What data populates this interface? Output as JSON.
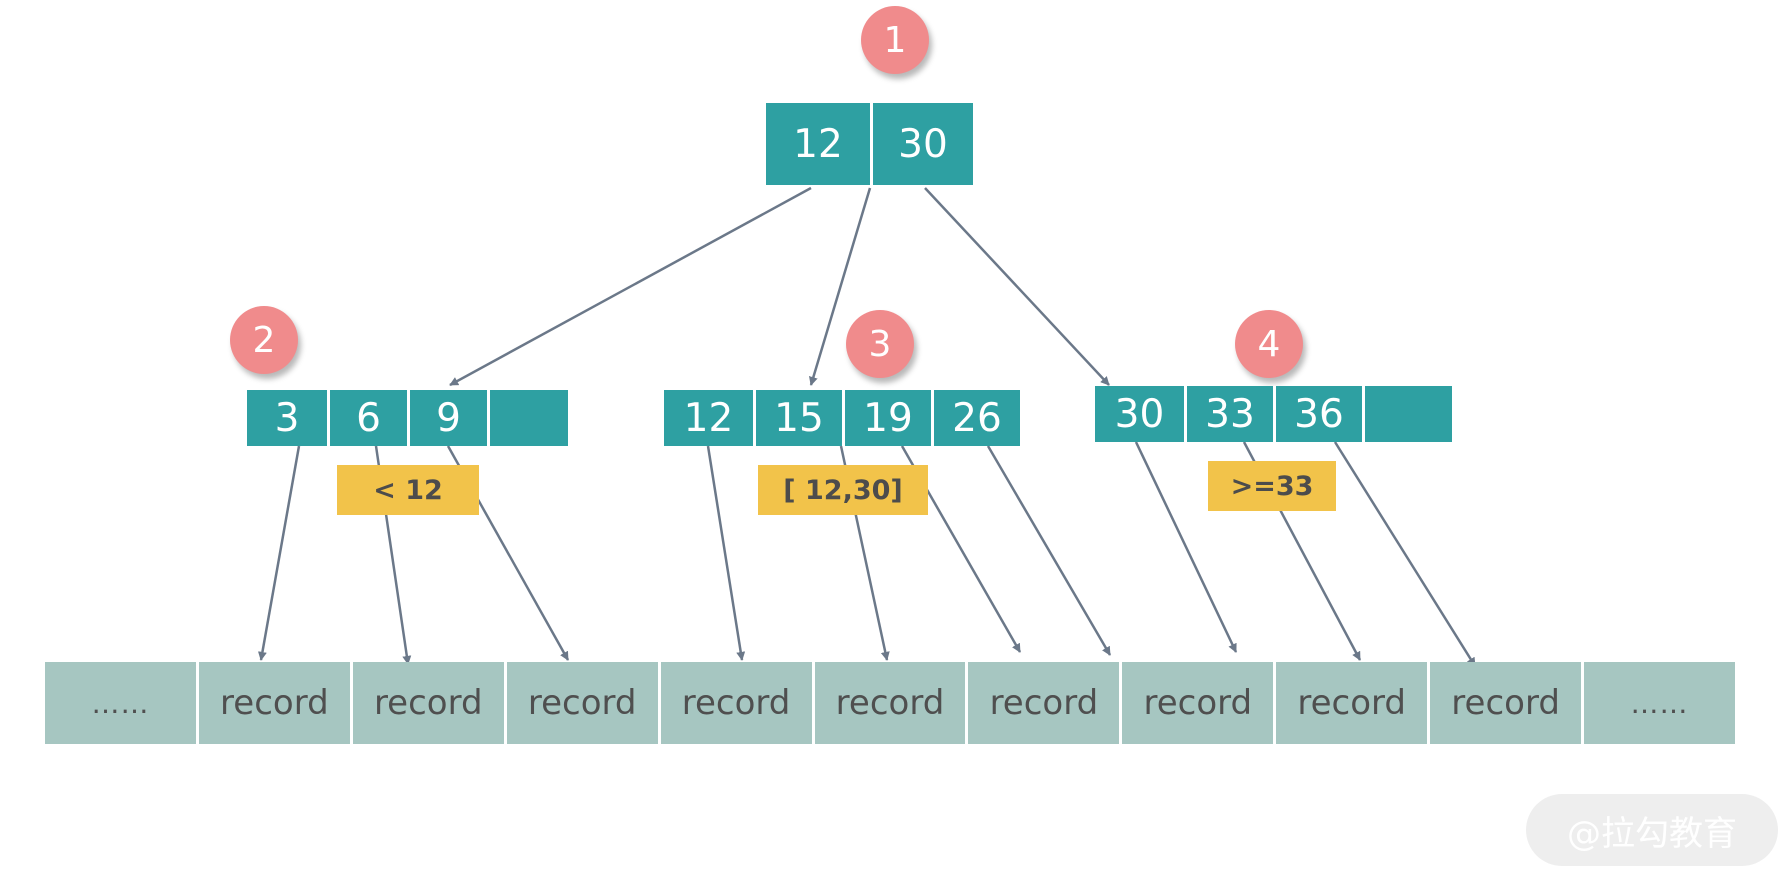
{
  "root": {
    "badge": "1",
    "keys": [
      "12",
      "30"
    ]
  },
  "nodes": [
    {
      "badge": "2",
      "keys": [
        "3",
        "6",
        "9",
        ""
      ],
      "range": "< 12"
    },
    {
      "badge": "3",
      "keys": [
        "12",
        "15",
        "19",
        "26"
      ],
      "range": "[ 12,30]"
    },
    {
      "badge": "4",
      "keys": [
        "30",
        "33",
        "36",
        ""
      ],
      "range": ">=33"
    }
  ],
  "leaves": [
    "……",
    "record",
    "record",
    "record",
    "record",
    "record",
    "record",
    "record",
    "record",
    "record",
    "……"
  ],
  "watermark": "@拉勾教育",
  "colors": {
    "node": "#2ea0a2",
    "badge": "#f08b8c",
    "range": "#f2c34a",
    "leaf": "#a6c6c1",
    "arrow": "#6b7889"
  }
}
